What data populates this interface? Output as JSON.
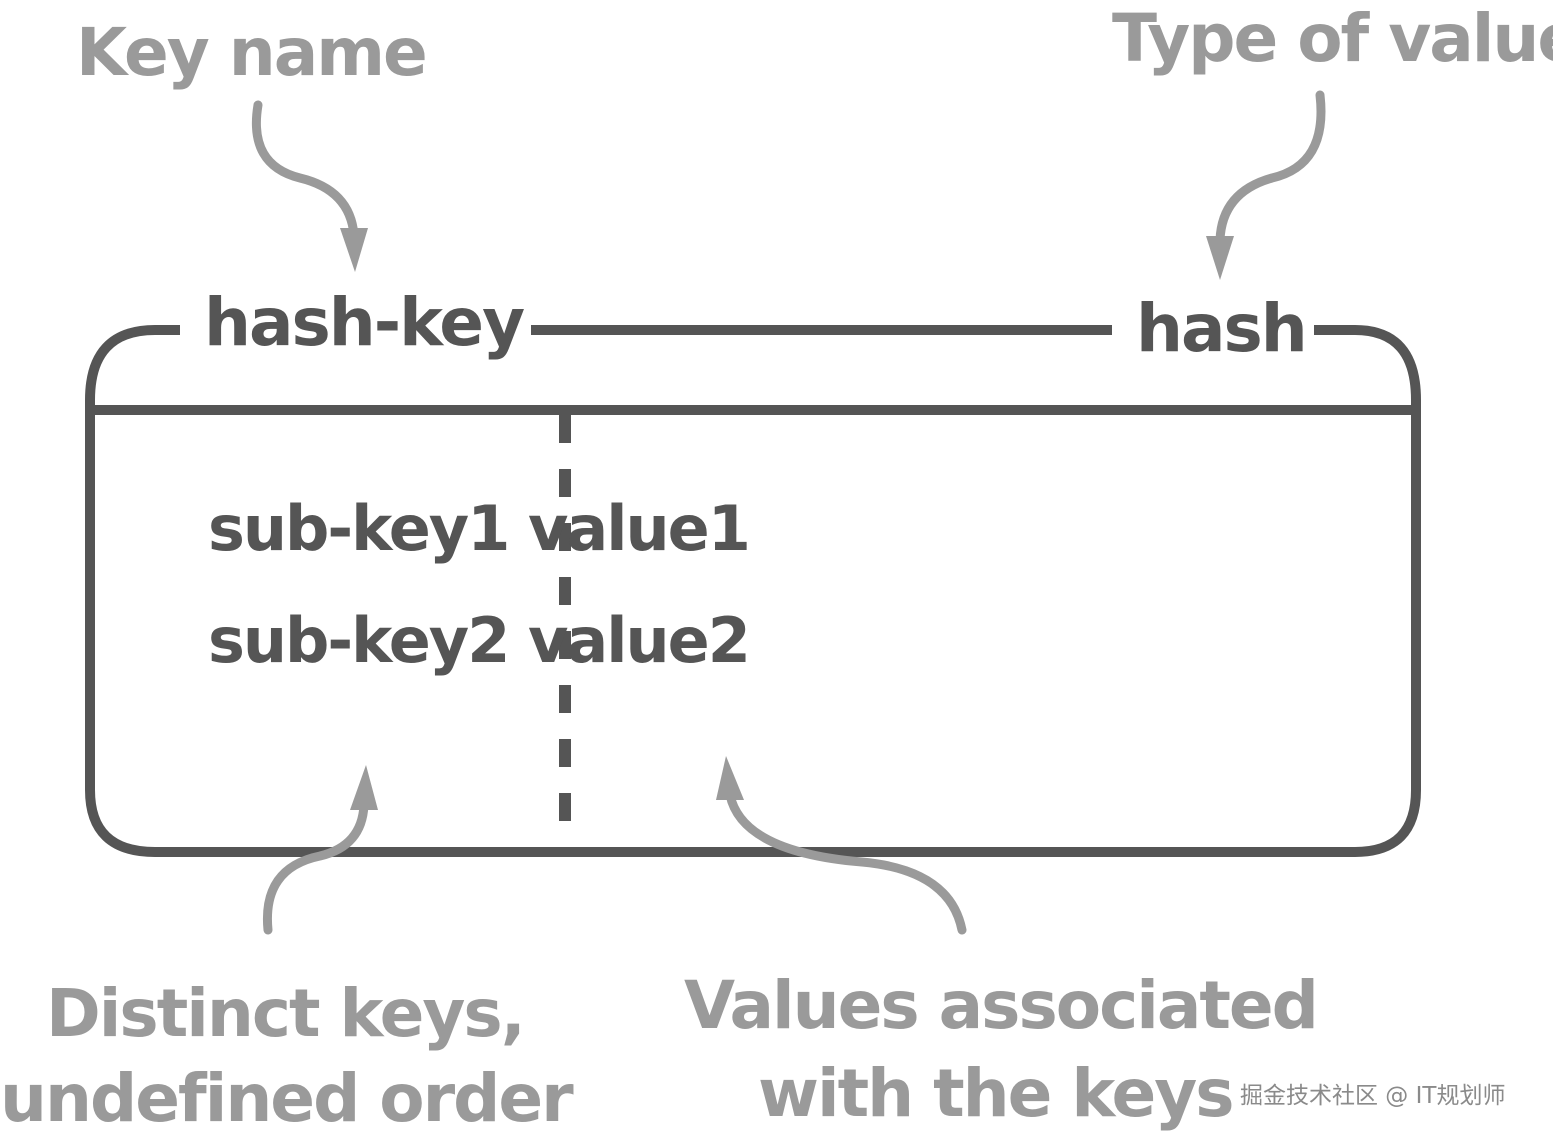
{
  "callouts": {
    "key_name": "Key name",
    "type_of_value": "Type of value",
    "distinct_keys_line1": "Distinct keys,",
    "distinct_keys_line2": "undefined order",
    "values_assoc_line1": "Values associated",
    "values_assoc_line2": "with the keys"
  },
  "box": {
    "key_label": "hash-key",
    "type_label": "hash",
    "entries": [
      {
        "sub_key": "sub-key1",
        "value": "value1"
      },
      {
        "sub_key": "sub-key2",
        "value": "value2"
      }
    ]
  },
  "watermark": "掘金技术社区 @ IT规划师",
  "colors": {
    "box_stroke": "#555555",
    "callout_text": "#9a9a9a",
    "arrow": "#9a9a9a"
  }
}
